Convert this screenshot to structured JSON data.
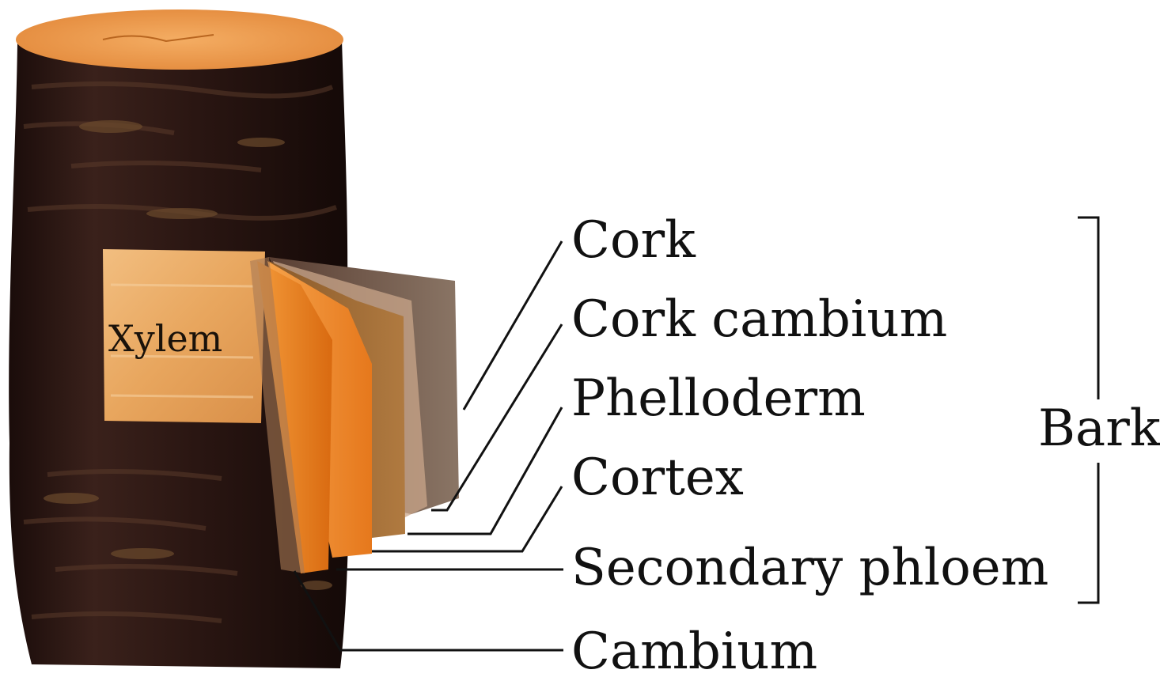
{
  "diagram": {
    "xylem_label": "Xylem",
    "layers": [
      {
        "label": "Cork"
      },
      {
        "label": "Cork cambium"
      },
      {
        "label": "Phelloderm"
      },
      {
        "label": "Cortex"
      },
      {
        "label": "Secondary phloem"
      },
      {
        "label": "Cambium"
      }
    ],
    "group_label": "Bark",
    "colors": {
      "bark": "#2a1612",
      "wood": "#e8a65e",
      "inner_bark": "#f08a2a",
      "line": "#111111"
    }
  }
}
